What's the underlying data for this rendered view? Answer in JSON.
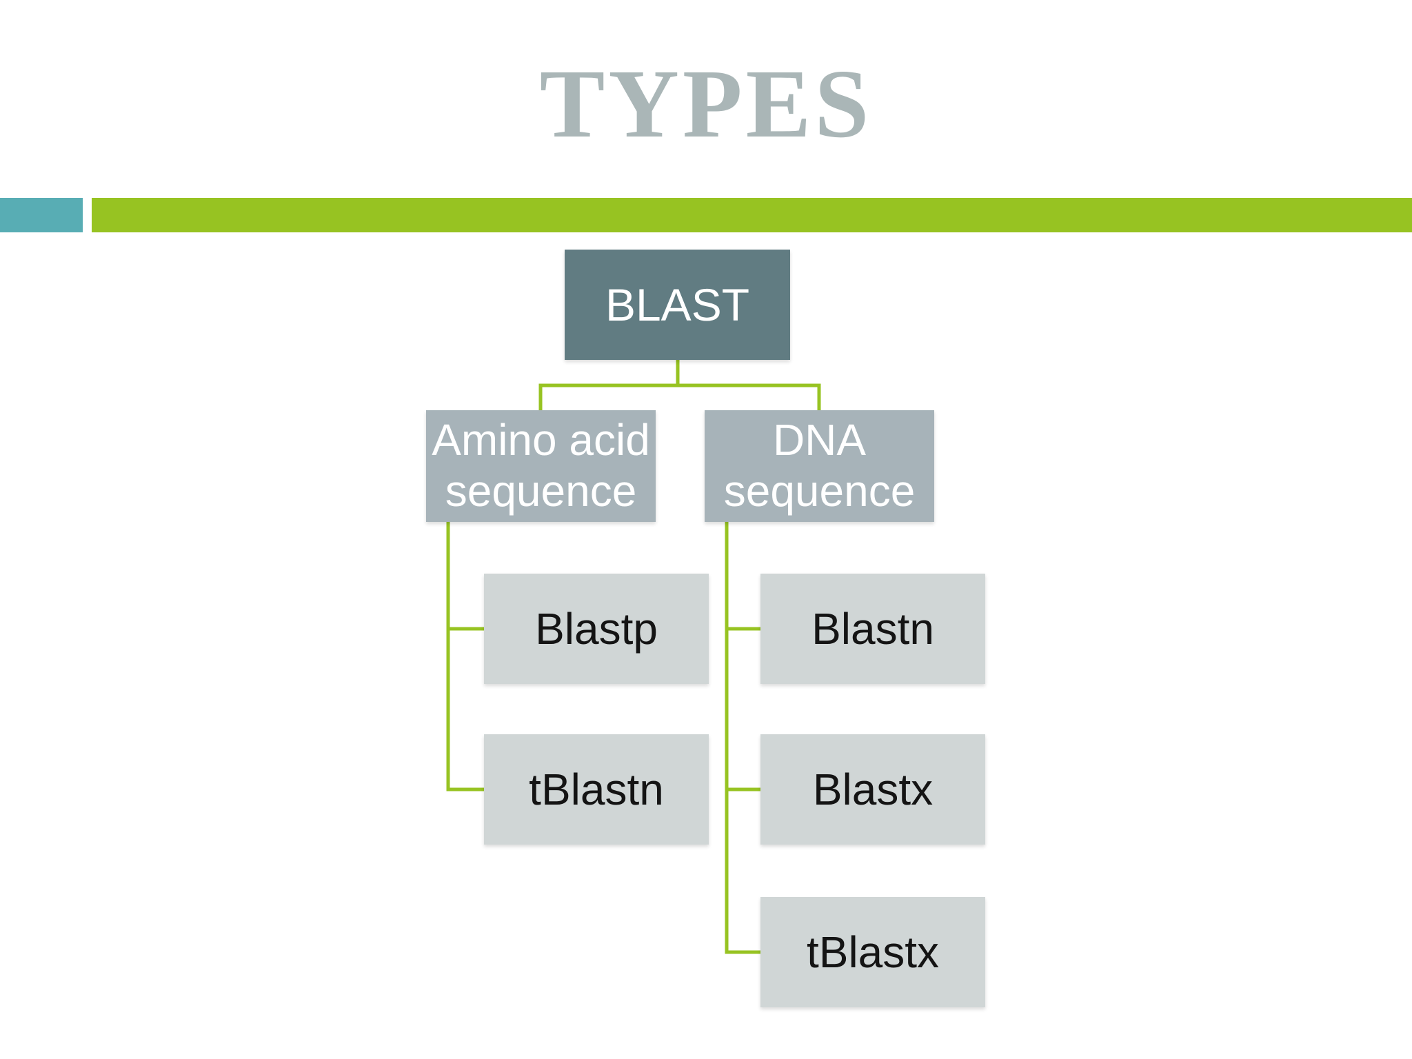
{
  "slide": {
    "title": "TYPES",
    "title_color": "#aab6b7",
    "background": "#ffffff",
    "accent": {
      "teal_square": "#58adb4",
      "green_bar": "#97c322"
    }
  },
  "diagram": {
    "type": "hierarchy-org-chart",
    "connector_color": "#97c322",
    "colors": {
      "root_bg": "#617c82",
      "branch_bg": "#a7b3b9",
      "leaf_bg": "#d0d6d6"
    },
    "root": {
      "label": "BLAST"
    },
    "branches": [
      {
        "label": "Amino acid sequence",
        "children": [
          {
            "label": "Blastp"
          },
          {
            "label": "tBlastn"
          }
        ]
      },
      {
        "label": "DNA sequence",
        "children": [
          {
            "label": "Blastn"
          },
          {
            "label": "Blastx"
          },
          {
            "label": "tBlastx"
          }
        ]
      }
    ]
  }
}
